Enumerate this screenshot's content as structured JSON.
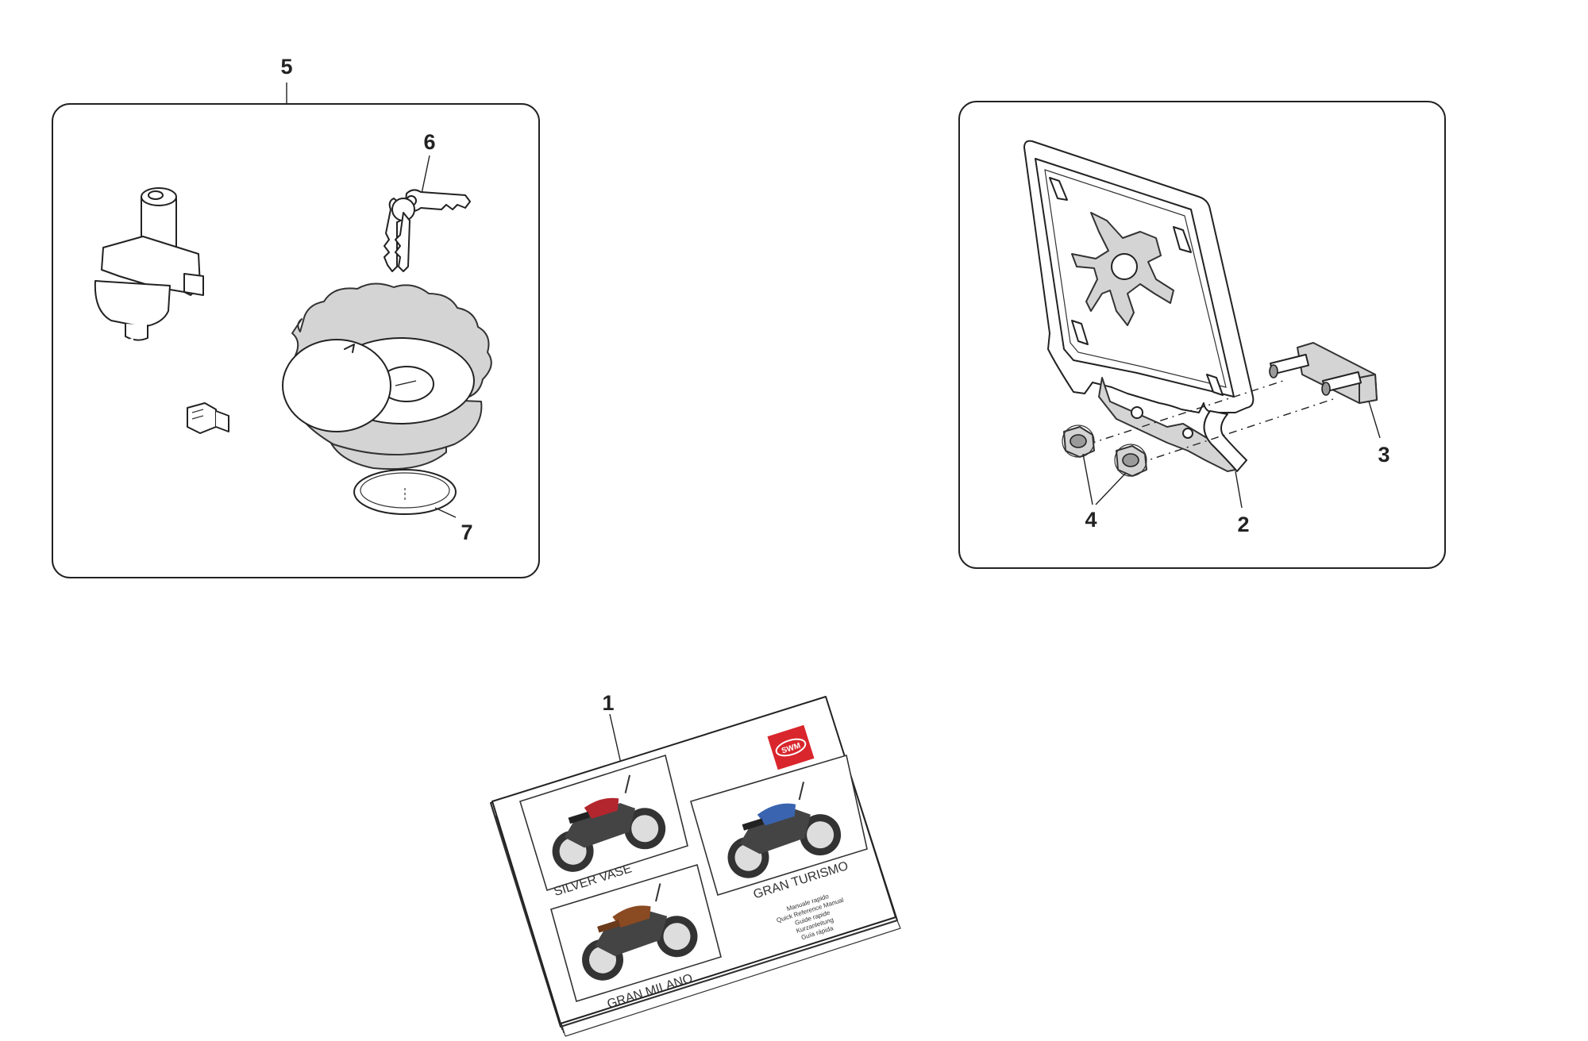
{
  "callouts": {
    "c1": "1",
    "c2": "2",
    "c3": "3",
    "c4": "4",
    "c5": "5",
    "c6": "6",
    "c7": "7"
  },
  "manual": {
    "brand": "SWM",
    "model_a": "SILVER VASE",
    "model_b": "GRAN TURISMO",
    "model_c": "GRAN MILANO",
    "lang_1": "Manuale rapido",
    "lang_2": "Quick Reference Manual",
    "lang_3": "Guide rapide",
    "lang_4": "Kurzanleitung",
    "lang_5": "Guía rápida"
  },
  "colors": {
    "brand_red": "#d8262c",
    "tank_red": "#b3262e",
    "tank_blue": "#3a64b0",
    "tank_brown": "#8a4a22"
  }
}
